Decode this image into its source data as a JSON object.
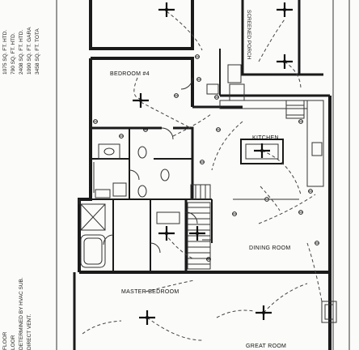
{
  "rooms": {
    "bedroom": "BEDROOM #4",
    "screened_porch": "SCREENED PORCH",
    "kitchen": "KITCHEN",
    "dining_room": "DINING ROOM",
    "master_bedroom": "MASTER BEDROOM",
    "great_room": "GREAT ROOM"
  },
  "area_notes": [
    "1075 SQ. FT. HTD.",
    "790 SQ. FT. HTD.",
    "2408 SQ. FT. HTD.",
    "1090 SQ. FT. GARA",
    "3458 SQ. FT. TOTA"
  ],
  "legend_notes": [
    "FLOOR",
    "LOOR",
    "DETERMINED BY HVAC SUB.",
    "DIRECT VENT."
  ]
}
